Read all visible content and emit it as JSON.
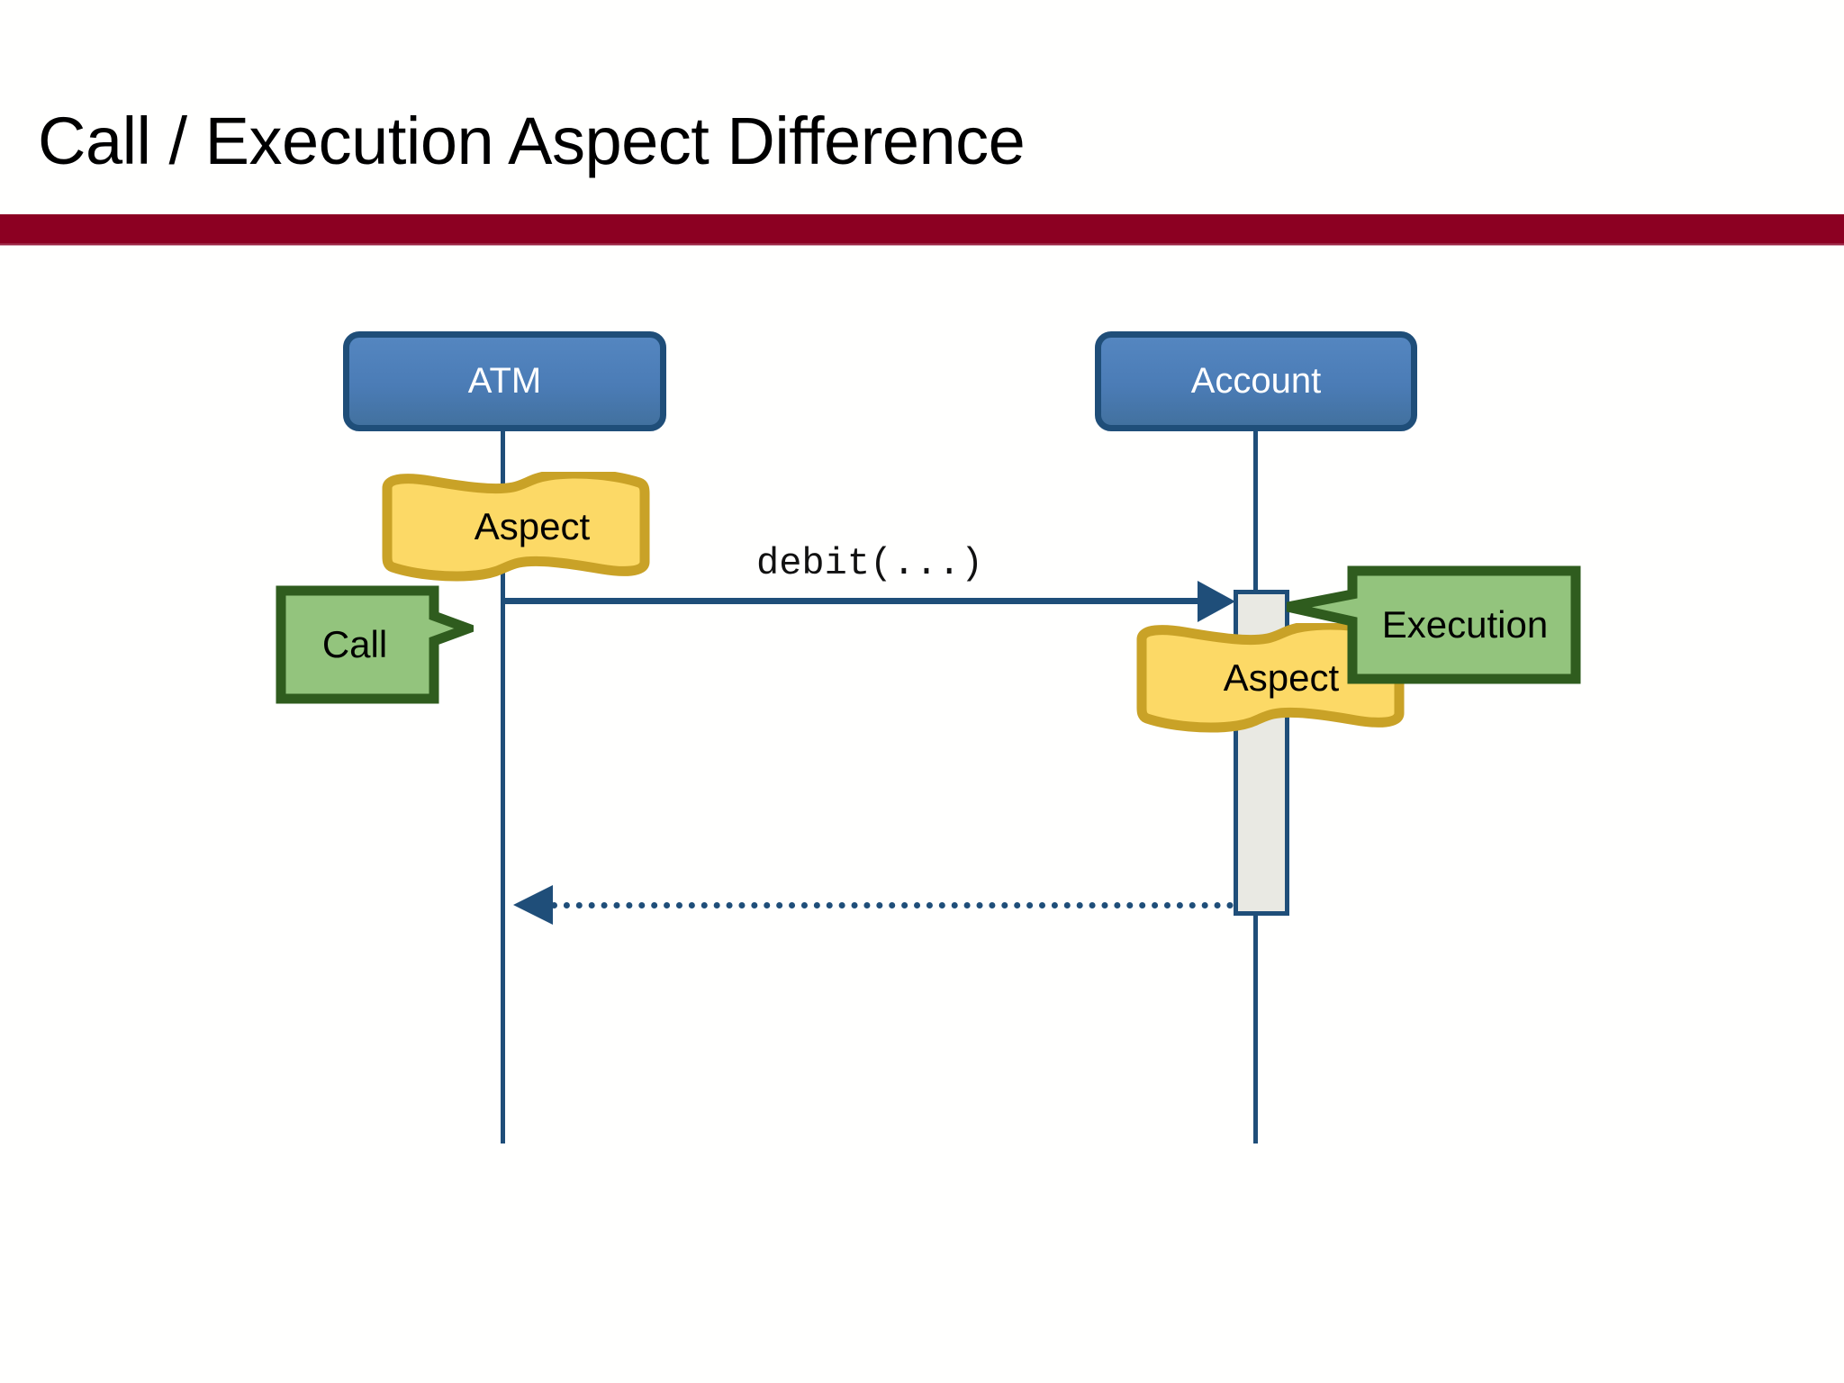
{
  "slide": {
    "title": "Call / Execution Aspect Difference",
    "accent_color": "#8C0022",
    "background": "#FFFFFE"
  },
  "diagram": {
    "type": "uml-sequence-diagram",
    "lifelines": [
      {
        "id": "atm",
        "label": "ATM",
        "fill": "#4B7CB6",
        "border": "#1F4E79",
        "text_color": "#FFFFFF"
      },
      {
        "id": "account",
        "label": "Account",
        "fill": "#4B7CB6",
        "border": "#1F4E79",
        "text_color": "#FFFFFF"
      }
    ],
    "messages": [
      {
        "id": "call",
        "label": "debit(...)",
        "style": "solid",
        "arrow": "filled",
        "direction": "right",
        "from": "atm",
        "to": "account",
        "color": "#1F4E79"
      },
      {
        "id": "return",
        "label": "",
        "style": "dotted",
        "arrow": "filled",
        "direction": "left",
        "from": "account",
        "to": "atm",
        "color": "#1F4E79"
      }
    ],
    "activation": {
      "owner": "account",
      "fill": "#E9E9E3",
      "border": "#1F4E79"
    },
    "banners": [
      {
        "id": "aspect-call",
        "label": "Aspect",
        "fill": "#FCD966",
        "border": "#C9A227",
        "attached_to": "atm"
      },
      {
        "id": "aspect-execution",
        "label": "Aspect",
        "fill": "#FCD966",
        "border": "#C9A227",
        "attached_to": "account"
      }
    ],
    "callouts": [
      {
        "id": "call",
        "label": "Call",
        "fill": "#93C47D",
        "border": "#2F5C1E",
        "points": "right"
      },
      {
        "id": "execution",
        "label": "Execution",
        "fill": "#93C47D",
        "border": "#2F5C1E",
        "points": "left"
      }
    ]
  }
}
